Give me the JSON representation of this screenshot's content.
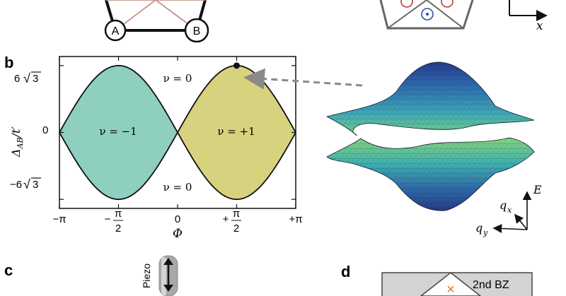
{
  "panels": {
    "b": "b",
    "c": "c",
    "d": "d"
  },
  "top_left": {
    "node_a": "A",
    "node_b": "B"
  },
  "top_right": {
    "axis_x": "x"
  },
  "chart_data": {
    "type": "area",
    "xlabel": "Φ",
    "ylabel": "Δ_AB/t′",
    "xlim": [
      -3.14159,
      3.14159
    ],
    "ylim": [
      -11.8,
      11.8
    ],
    "x_ticks": [
      "−π",
      "π/2 (neg)",
      "0",
      "π/2 (pos)",
      "+π"
    ],
    "x_tick_labels": {
      "neg_pi": "−π",
      "neg_half": "−",
      "zero": "0",
      "pos_half": "+",
      "pos_pi": "+π",
      "pi": "π",
      "two": "2"
    },
    "y_tick_labels": {
      "top": "6√3",
      "mid": "0",
      "bottom": "−6√3",
      "top_num": "6",
      "top_rad": "3",
      "bot_num": "−6",
      "bot_rad": "3"
    },
    "boundary": "Δ_AB/t′ = ±6√3 |sin Φ|",
    "regions": [
      {
        "label": "ν = −1",
        "x_range": [
          -3.14159,
          0
        ],
        "color": "#8ecfbf"
      },
      {
        "label": "ν = +1",
        "x_range": [
          0,
          3.14159
        ],
        "color": "#d6d27e"
      }
    ],
    "outside_labels": {
      "top": "ν = 0",
      "bottom": "ν = 0"
    },
    "marked_point": {
      "x": 1.5708,
      "y": 10.392
    }
  },
  "surface": {
    "axis_e": "E",
    "axis_qx": "q",
    "axis_qx_sub": "x",
    "axis_qy": "q",
    "axis_qy_sub": "y"
  },
  "panel_c": {
    "piezo_label": "Piezo"
  },
  "panel_d": {
    "bz_label": "2nd BZ",
    "marker": "×"
  },
  "colors": {
    "teal_region": "#8ecfbf",
    "olive_region": "#d6d27e",
    "arrow_grey": "#8a8a8a",
    "surface_high": "#1f3f8f",
    "surface_low": "#6fd08a",
    "orange_marker": "#e07820"
  }
}
